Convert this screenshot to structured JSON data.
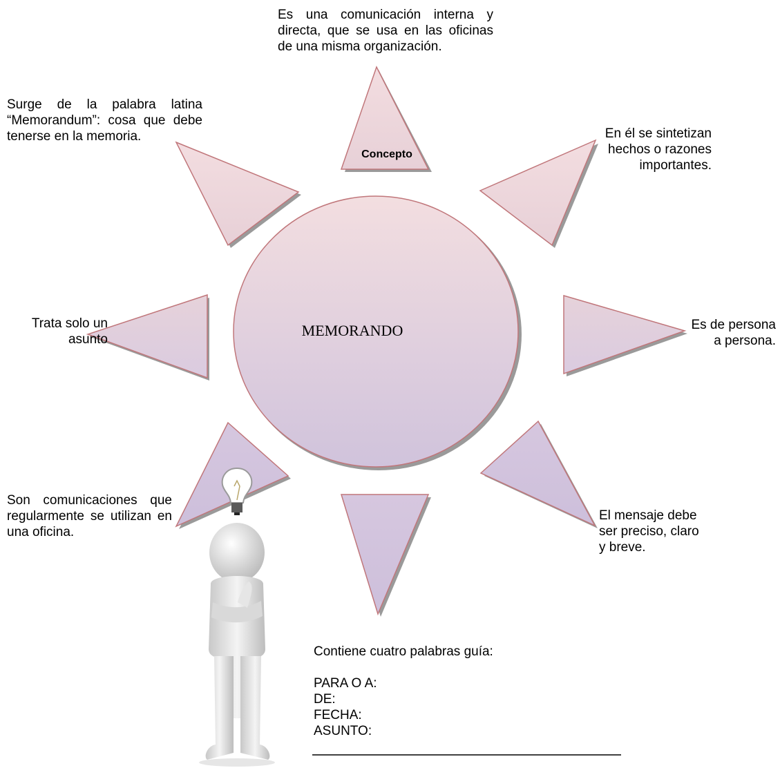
{
  "diagram": {
    "center_label": "MEMORANDO",
    "top_ray_label": "Concepto",
    "colors": {
      "outline": "#c0767a",
      "shadow": "#8f8f8f",
      "fill_top": "#f2dcdf",
      "fill_bottom": "#d1c4dd"
    }
  },
  "notes": {
    "top": "Es una comunicación interna y directa, que se usa en las oficinas de una misma organización.",
    "top_left": "Surge de la palabra latina “Memorandum”: cosa que debe tenerse en la memoria.",
    "top_right_lines": [
      "En él se sintetizan",
      "hechos o razones",
      "importantes."
    ],
    "right_lines": [
      "Es de persona",
      "a persona."
    ],
    "left_lines": [
      "Trata solo un",
      "asunto"
    ],
    "bottom_left": "Son comunicaciones que regularmente se utilizan en una oficina.",
    "bottom_right_lines": [
      "El mensaje debe",
      "ser preciso, claro",
      "y breve."
    ],
    "bottom": {
      "heading": "Contiene cuatro palabras guía:",
      "items": [
        "PARA O A:",
        "DE:",
        "FECHA:",
        "ASUNTO:"
      ]
    }
  },
  "illustration": {
    "icon": "thinking-person-with-lightbulb-icon"
  }
}
